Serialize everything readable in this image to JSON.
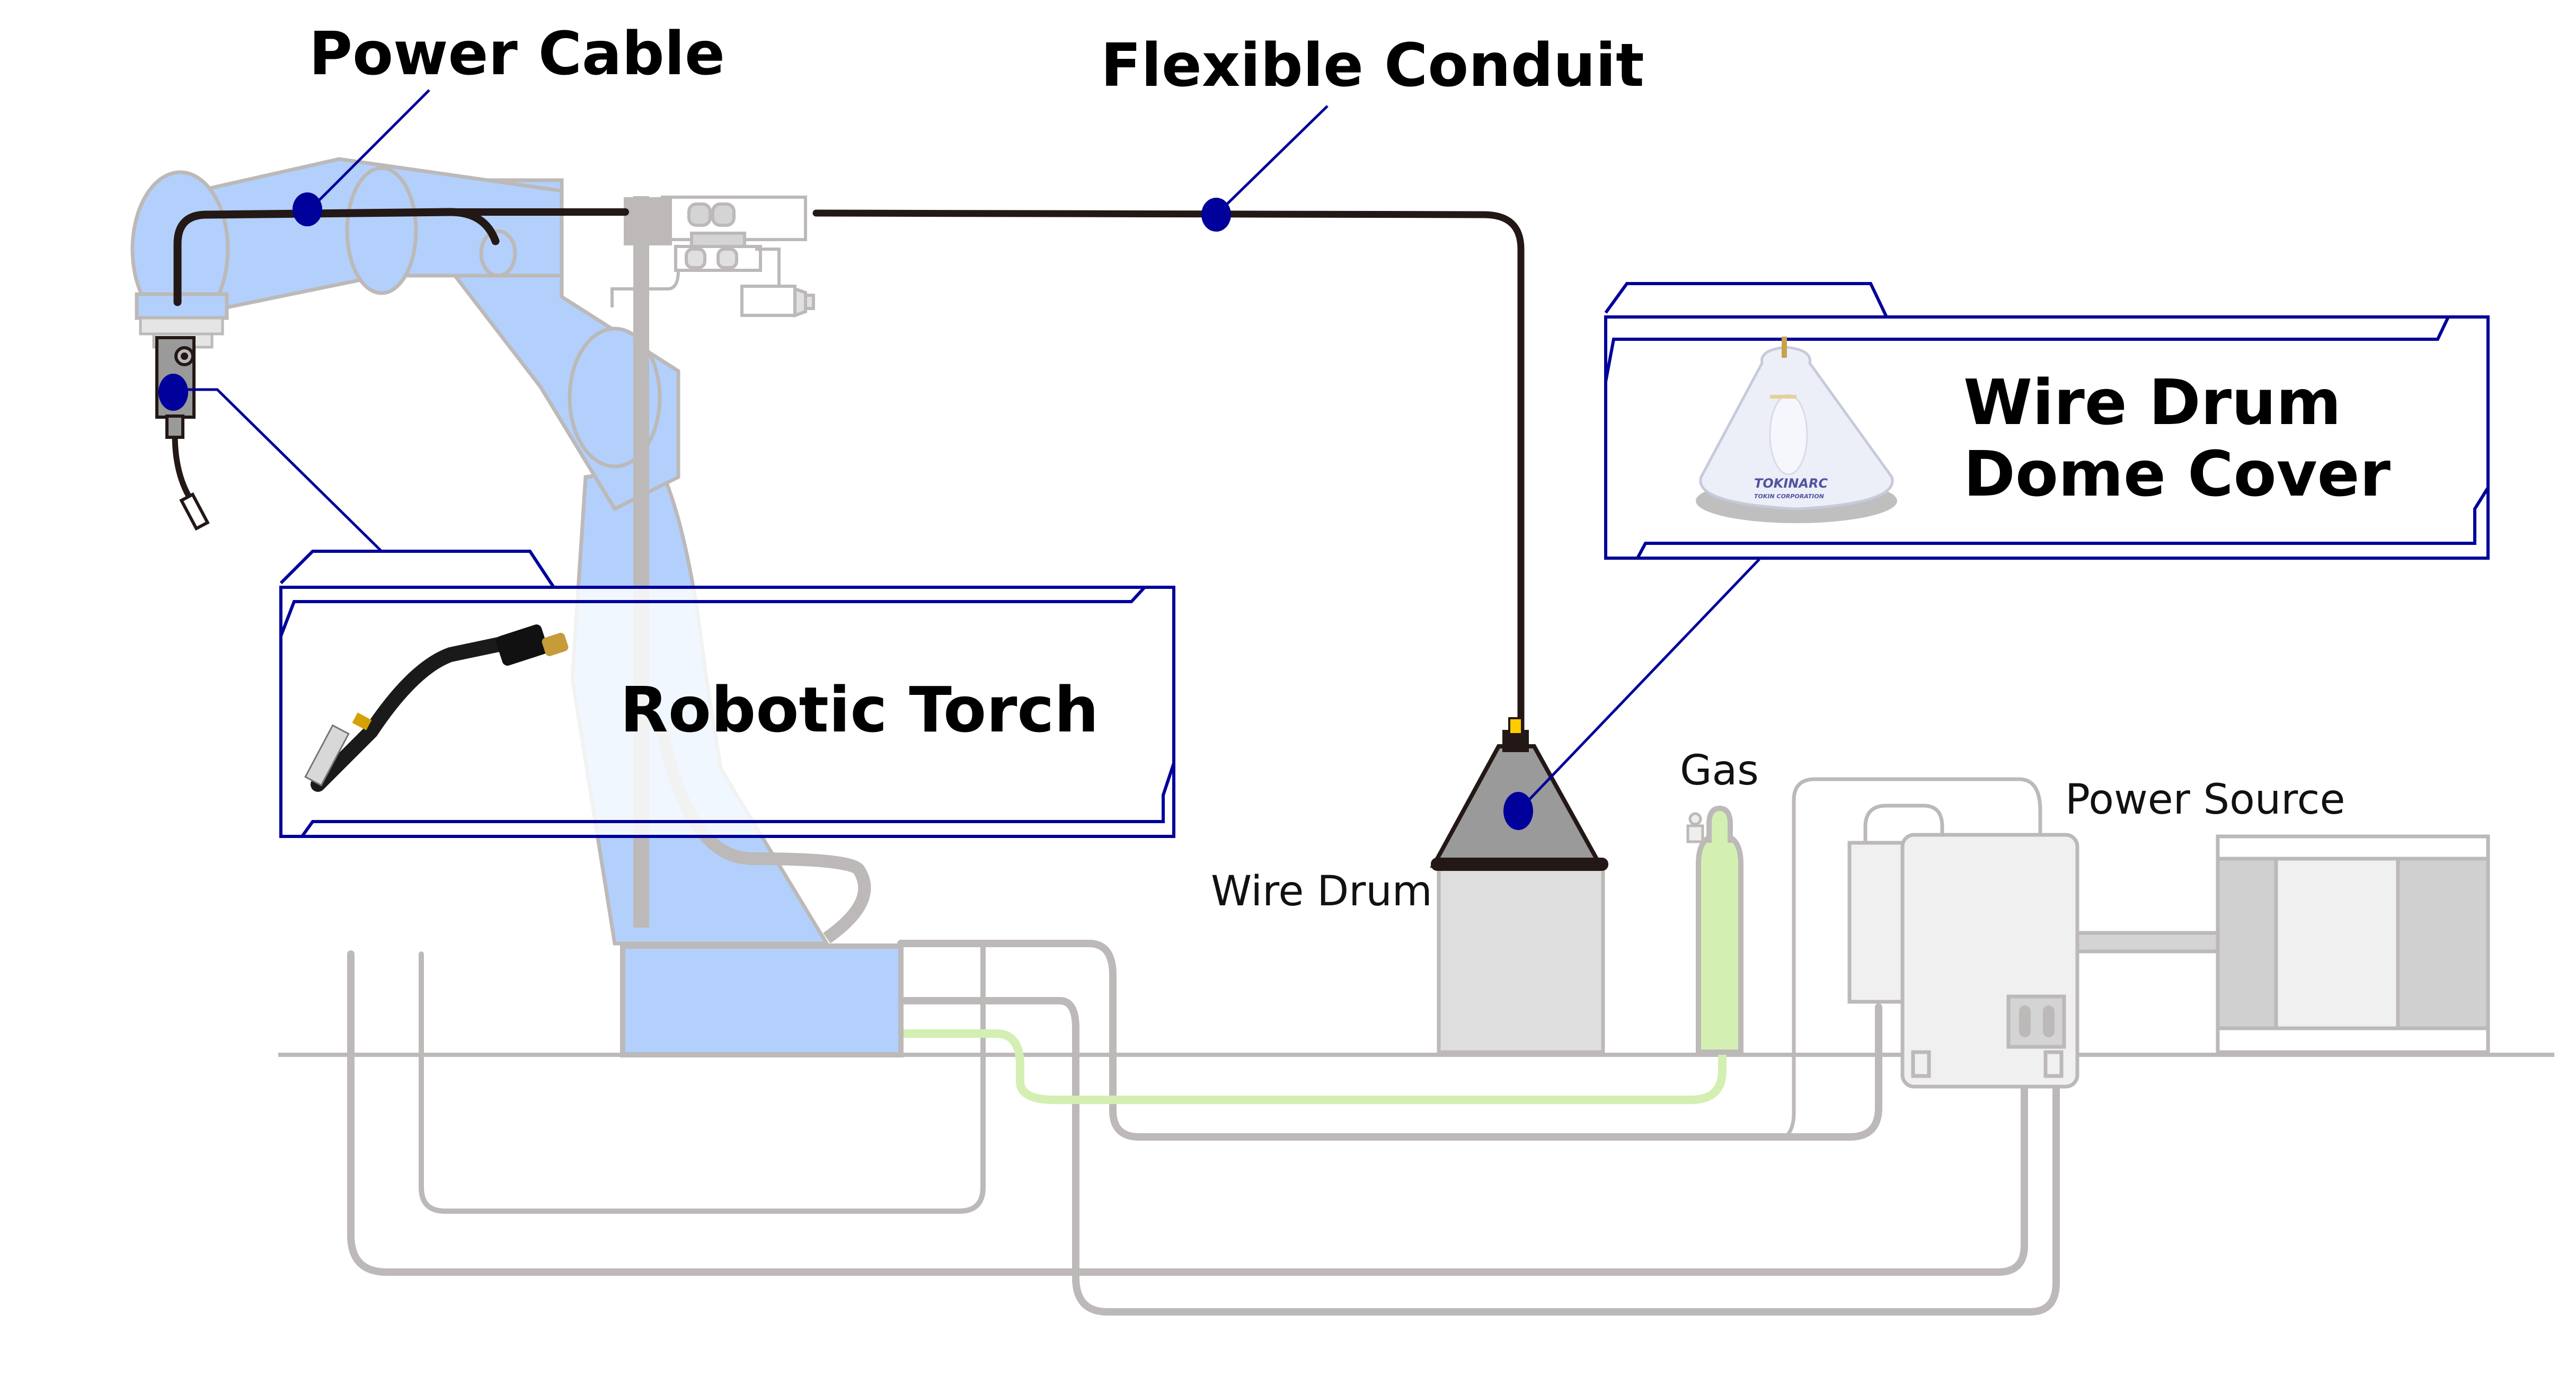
{
  "diagram": {
    "title": "Robotic welding system overview",
    "colors": {
      "callout": "#00009a",
      "robot_fill": "#b2d0fb",
      "outline_gray": "#bcb9b8",
      "cable_black": "#231815",
      "gas_green": "#d4efb2",
      "equipment_fill": "#f0f0f0",
      "drum_fill": "#dedede",
      "dome_fill": "#9a9a9a",
      "connector_yellow": "#ffcc00"
    },
    "callouts": {
      "power_cable": "Power Cable",
      "flexible_conduit": "Flexible Conduit",
      "robotic_torch": "Robotic Torch",
      "dome_cover_line1": "Wire Drum",
      "dome_cover_line2": "Dome Cover"
    },
    "labels": {
      "wire_drum": "Wire Drum",
      "gas": "Gas",
      "power_source": "Power Source"
    },
    "dome_product": {
      "brand": "TOKINARC",
      "maker": "TOKIN CORPORATION"
    }
  }
}
